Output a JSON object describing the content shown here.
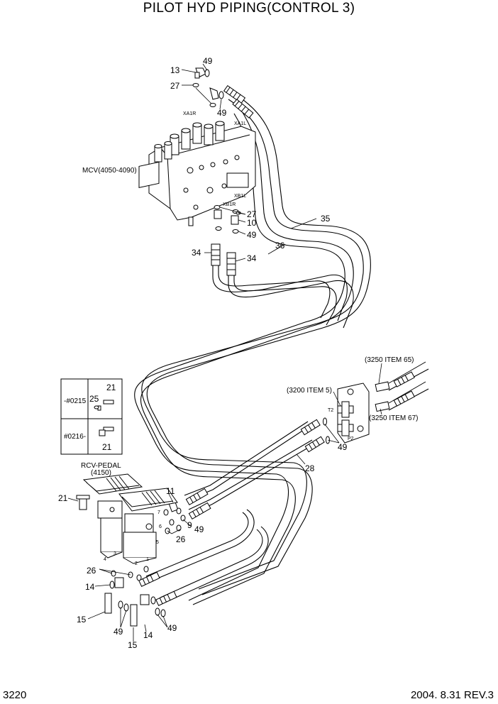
{
  "title": "PILOT HYD PIPING(CONTROL 3)",
  "footer": {
    "page_number": "3220",
    "revision": "2004. 8.31 REV.3"
  },
  "components": {
    "mcv": "MCV(4050-4090)",
    "rcv_pedal_line1": "RCV-PEDAL",
    "rcv_pedal_line2": "(4150)",
    "ref_3200_item5": "(3200 ITEM 5)",
    "ref_3250_item65": "(3250 ITEM 65)",
    "ref_3250_item67": "(3250 ITEM 67)"
  },
  "port_labels": {
    "xa1r": "XA1R",
    "xa1l": "XA1L",
    "xb1r": "XB1R",
    "xb1l": "XB1L",
    "t2": "T2",
    "p2": "P2",
    "n4": "4",
    "n3": "3",
    "n2": "2",
    "n1": "1",
    "n5": "5",
    "n6": "6",
    "n7": "7"
  },
  "inset": {
    "row1_serial": "-#0215",
    "row1_part_a": "25",
    "row1_part_b": "21",
    "row2_serial": "#0216-",
    "row2_part": "21"
  },
  "callouts": {
    "c13": "13",
    "c49_top": "49",
    "c27_top": "27",
    "c49_mid": "49",
    "c27_low": "27",
    "c10": "10",
    "c49_low": "49",
    "c35": "35",
    "c36": "36",
    "c34_left": "34",
    "c34_right": "34",
    "c28": "28",
    "c49_right": "49",
    "c11": "11",
    "c9": "9",
    "c49_ped": "49",
    "c26_a": "26",
    "c21_ped": "21",
    "c26_b": "26",
    "c14_left": "14",
    "c15_left": "15",
    "c49_bottom_left": "49",
    "c49_bottom_right": "49",
    "c15_bottom": "15",
    "c14_bottom": "14"
  }
}
